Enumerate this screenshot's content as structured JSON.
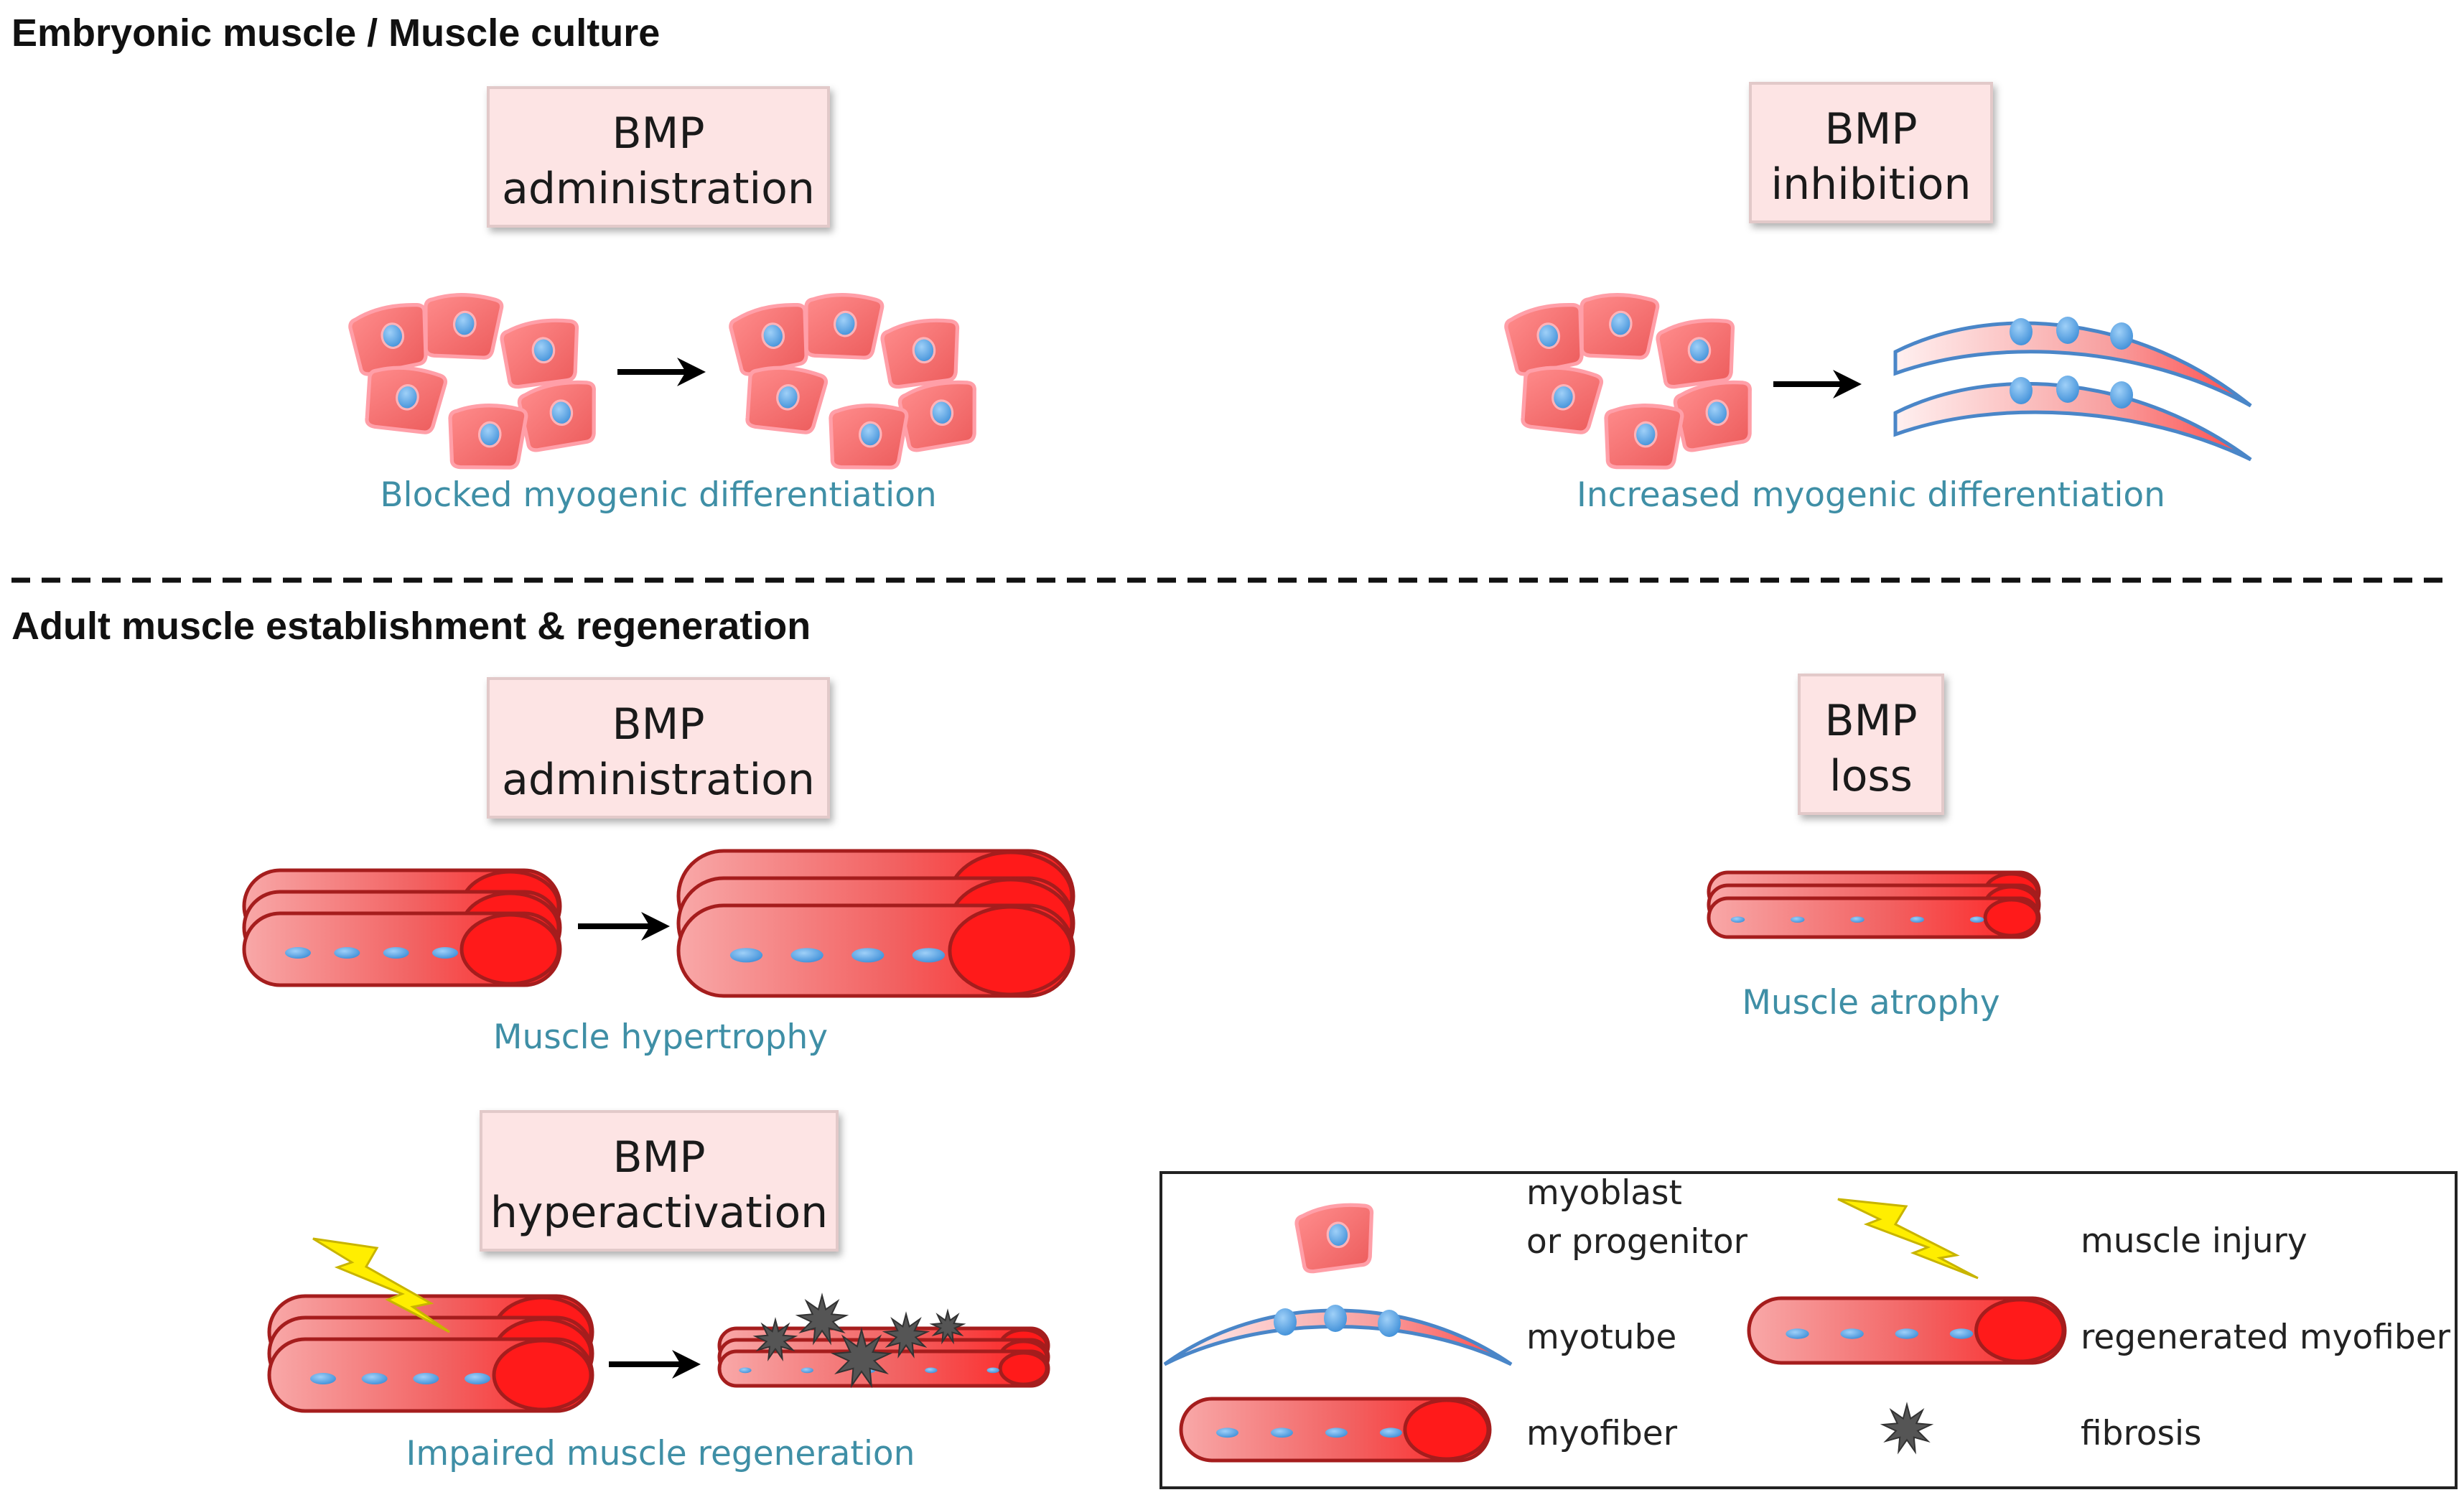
{
  "sections": {
    "embryonic_title": "Embryonic muscle / Muscle culture",
    "adult_title": "Adult muscle establishment & regeneration"
  },
  "boxes": {
    "embryo_admin": [
      "BMP",
      "administration"
    ],
    "embryo_inhib": [
      "BMP",
      "inhibition"
    ],
    "adult_admin": [
      "BMP",
      "administration"
    ],
    "adult_loss": [
      "BMP",
      "loss"
    ],
    "adult_hyper": [
      "BMP",
      "hyperactivation"
    ]
  },
  "captions": {
    "blocked": "Blocked myogenic differentiation",
    "increased": "Increased myogenic differentiation",
    "hypertrophy": "Muscle hypertrophy",
    "atrophy": "Muscle atrophy",
    "impaired": "Impaired muscle regeneration"
  },
  "legend": {
    "myoblast": [
      "myoblast",
      "or progenitor"
    ],
    "injury": "muscle injury",
    "myotube": "myotube",
    "regen": "regenerated myofiber",
    "myofiber": "myofiber",
    "fibrosis": "fibrosis"
  },
  "icons": {
    "cell": "myoblast-cell-icon",
    "myotube": "myotube-icon",
    "myofiber": "myofiber-icon",
    "lightning": "lightning-injury-icon",
    "fibrosis": "fibrosis-star-icon",
    "arrow": "arrow-right-icon"
  },
  "colors": {
    "cell_fill": "#f47a7a",
    "cell_stroke": "#ff9fa8",
    "nucleus": "#5ba8e6",
    "fiber_fill": "#f25a5a",
    "fiber_stroke": "#a51d1d",
    "fiber_cap": "#ff1a1a",
    "myotube_stroke": "#4a86c8",
    "box_fill": "#fde4e4",
    "caption": "#3f8fa6",
    "lightning": "#ffee00",
    "fibrosis": "#555555"
  }
}
